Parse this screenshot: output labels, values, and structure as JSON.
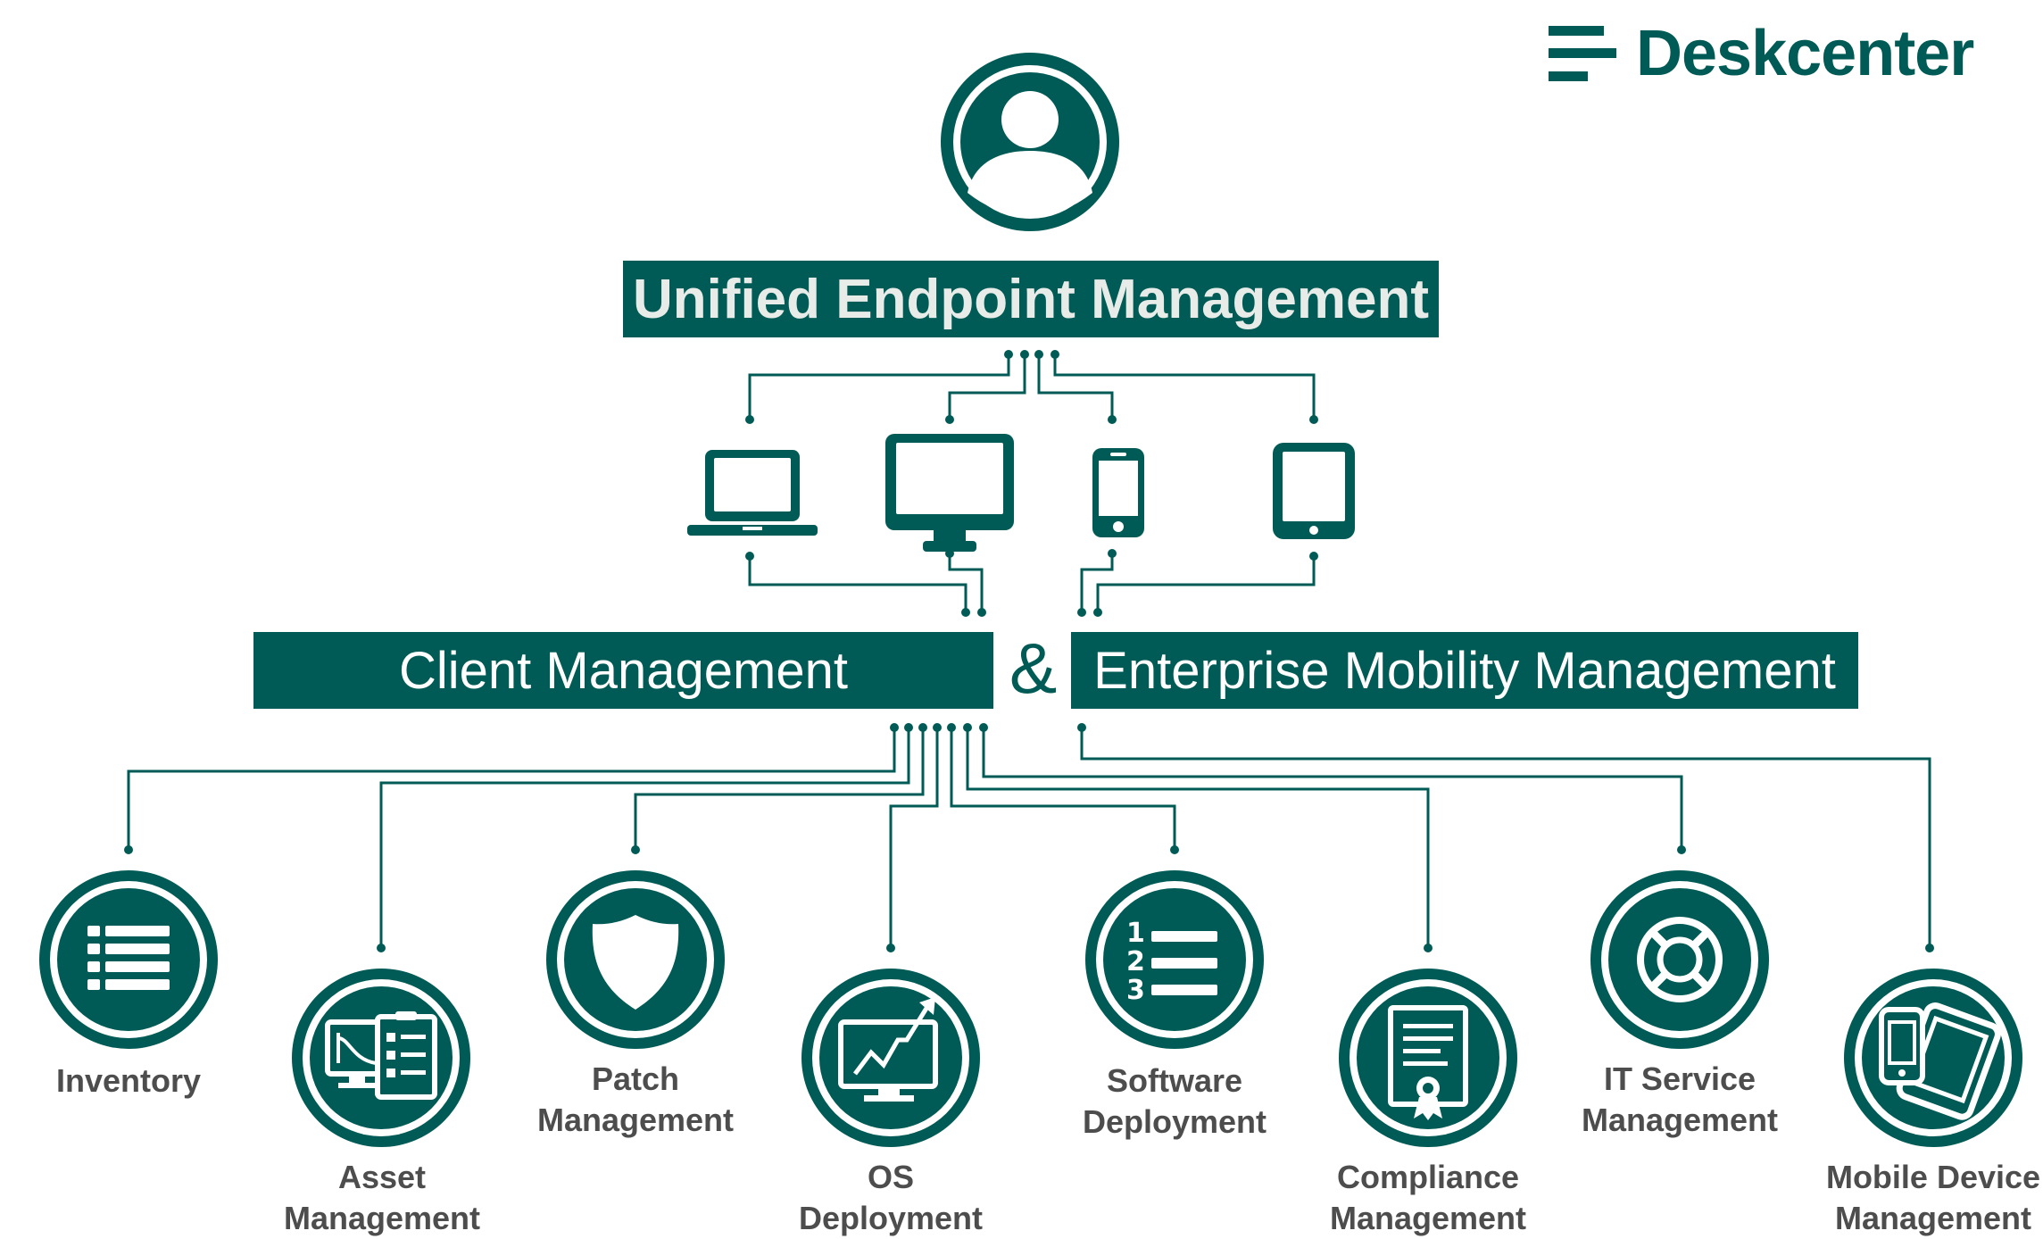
{
  "brand": {
    "name": "Deskcenter",
    "color": "#005b56"
  },
  "title": "Unified Endpoint Management",
  "branches": {
    "left": "Client Management",
    "connector": "&",
    "right": "Enterprise Mobility Management"
  },
  "top_icon": "user-icon",
  "devices": [
    {
      "name": "laptop",
      "icon": "laptop-icon"
    },
    {
      "name": "desktop",
      "icon": "desktop-monitor-icon"
    },
    {
      "name": "smartphone",
      "icon": "smartphone-icon"
    },
    {
      "name": "tablet",
      "icon": "tablet-icon"
    }
  ],
  "modules": [
    {
      "lines": [
        "Inventory"
      ],
      "icon": "list-icon"
    },
    {
      "lines": [
        "Asset",
        "Management"
      ],
      "icon": "asset-computer-icon"
    },
    {
      "lines": [
        "Patch",
        "Management"
      ],
      "icon": "shield-icon"
    },
    {
      "lines": [
        "OS",
        "Deployment"
      ],
      "icon": "monitor-chart-icon"
    },
    {
      "lines": [
        "Software",
        "Deployment"
      ],
      "icon": "numbered-list-icon"
    },
    {
      "lines": [
        "Compliance",
        "Management"
      ],
      "icon": "certificate-icon"
    },
    {
      "lines": [
        "IT Service",
        "Management"
      ],
      "icon": "lifebuoy-icon"
    },
    {
      "lines": [
        "Mobile Device",
        "Management"
      ],
      "icon": "mobile-devices-icon"
    }
  ]
}
